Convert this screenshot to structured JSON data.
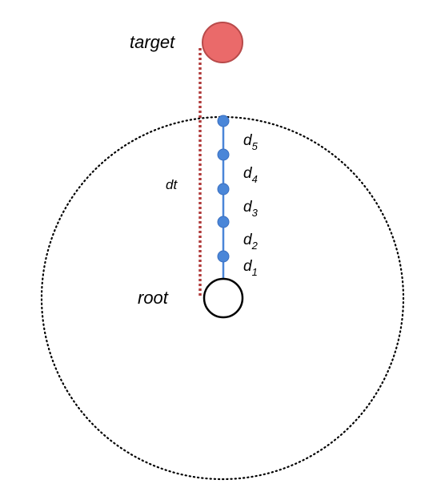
{
  "labels": {
    "target": "target",
    "root": "root",
    "distance_total": "dt",
    "segments": [
      {
        "base": "d",
        "sub": "5"
      },
      {
        "base": "d",
        "sub": "4"
      },
      {
        "base": "d",
        "sub": "3"
      },
      {
        "base": "d",
        "sub": "2"
      },
      {
        "base": "d",
        "sub": "1"
      }
    ]
  },
  "colors": {
    "target_fill": "#ea6a6a",
    "target_stroke": "#b84a4a",
    "dotted_line": "#b03a3a",
    "joint_fill": "#4a86d8",
    "chain_line": "#4a86d8",
    "reach_circle": "#000000",
    "root_stroke": "#000000"
  }
}
